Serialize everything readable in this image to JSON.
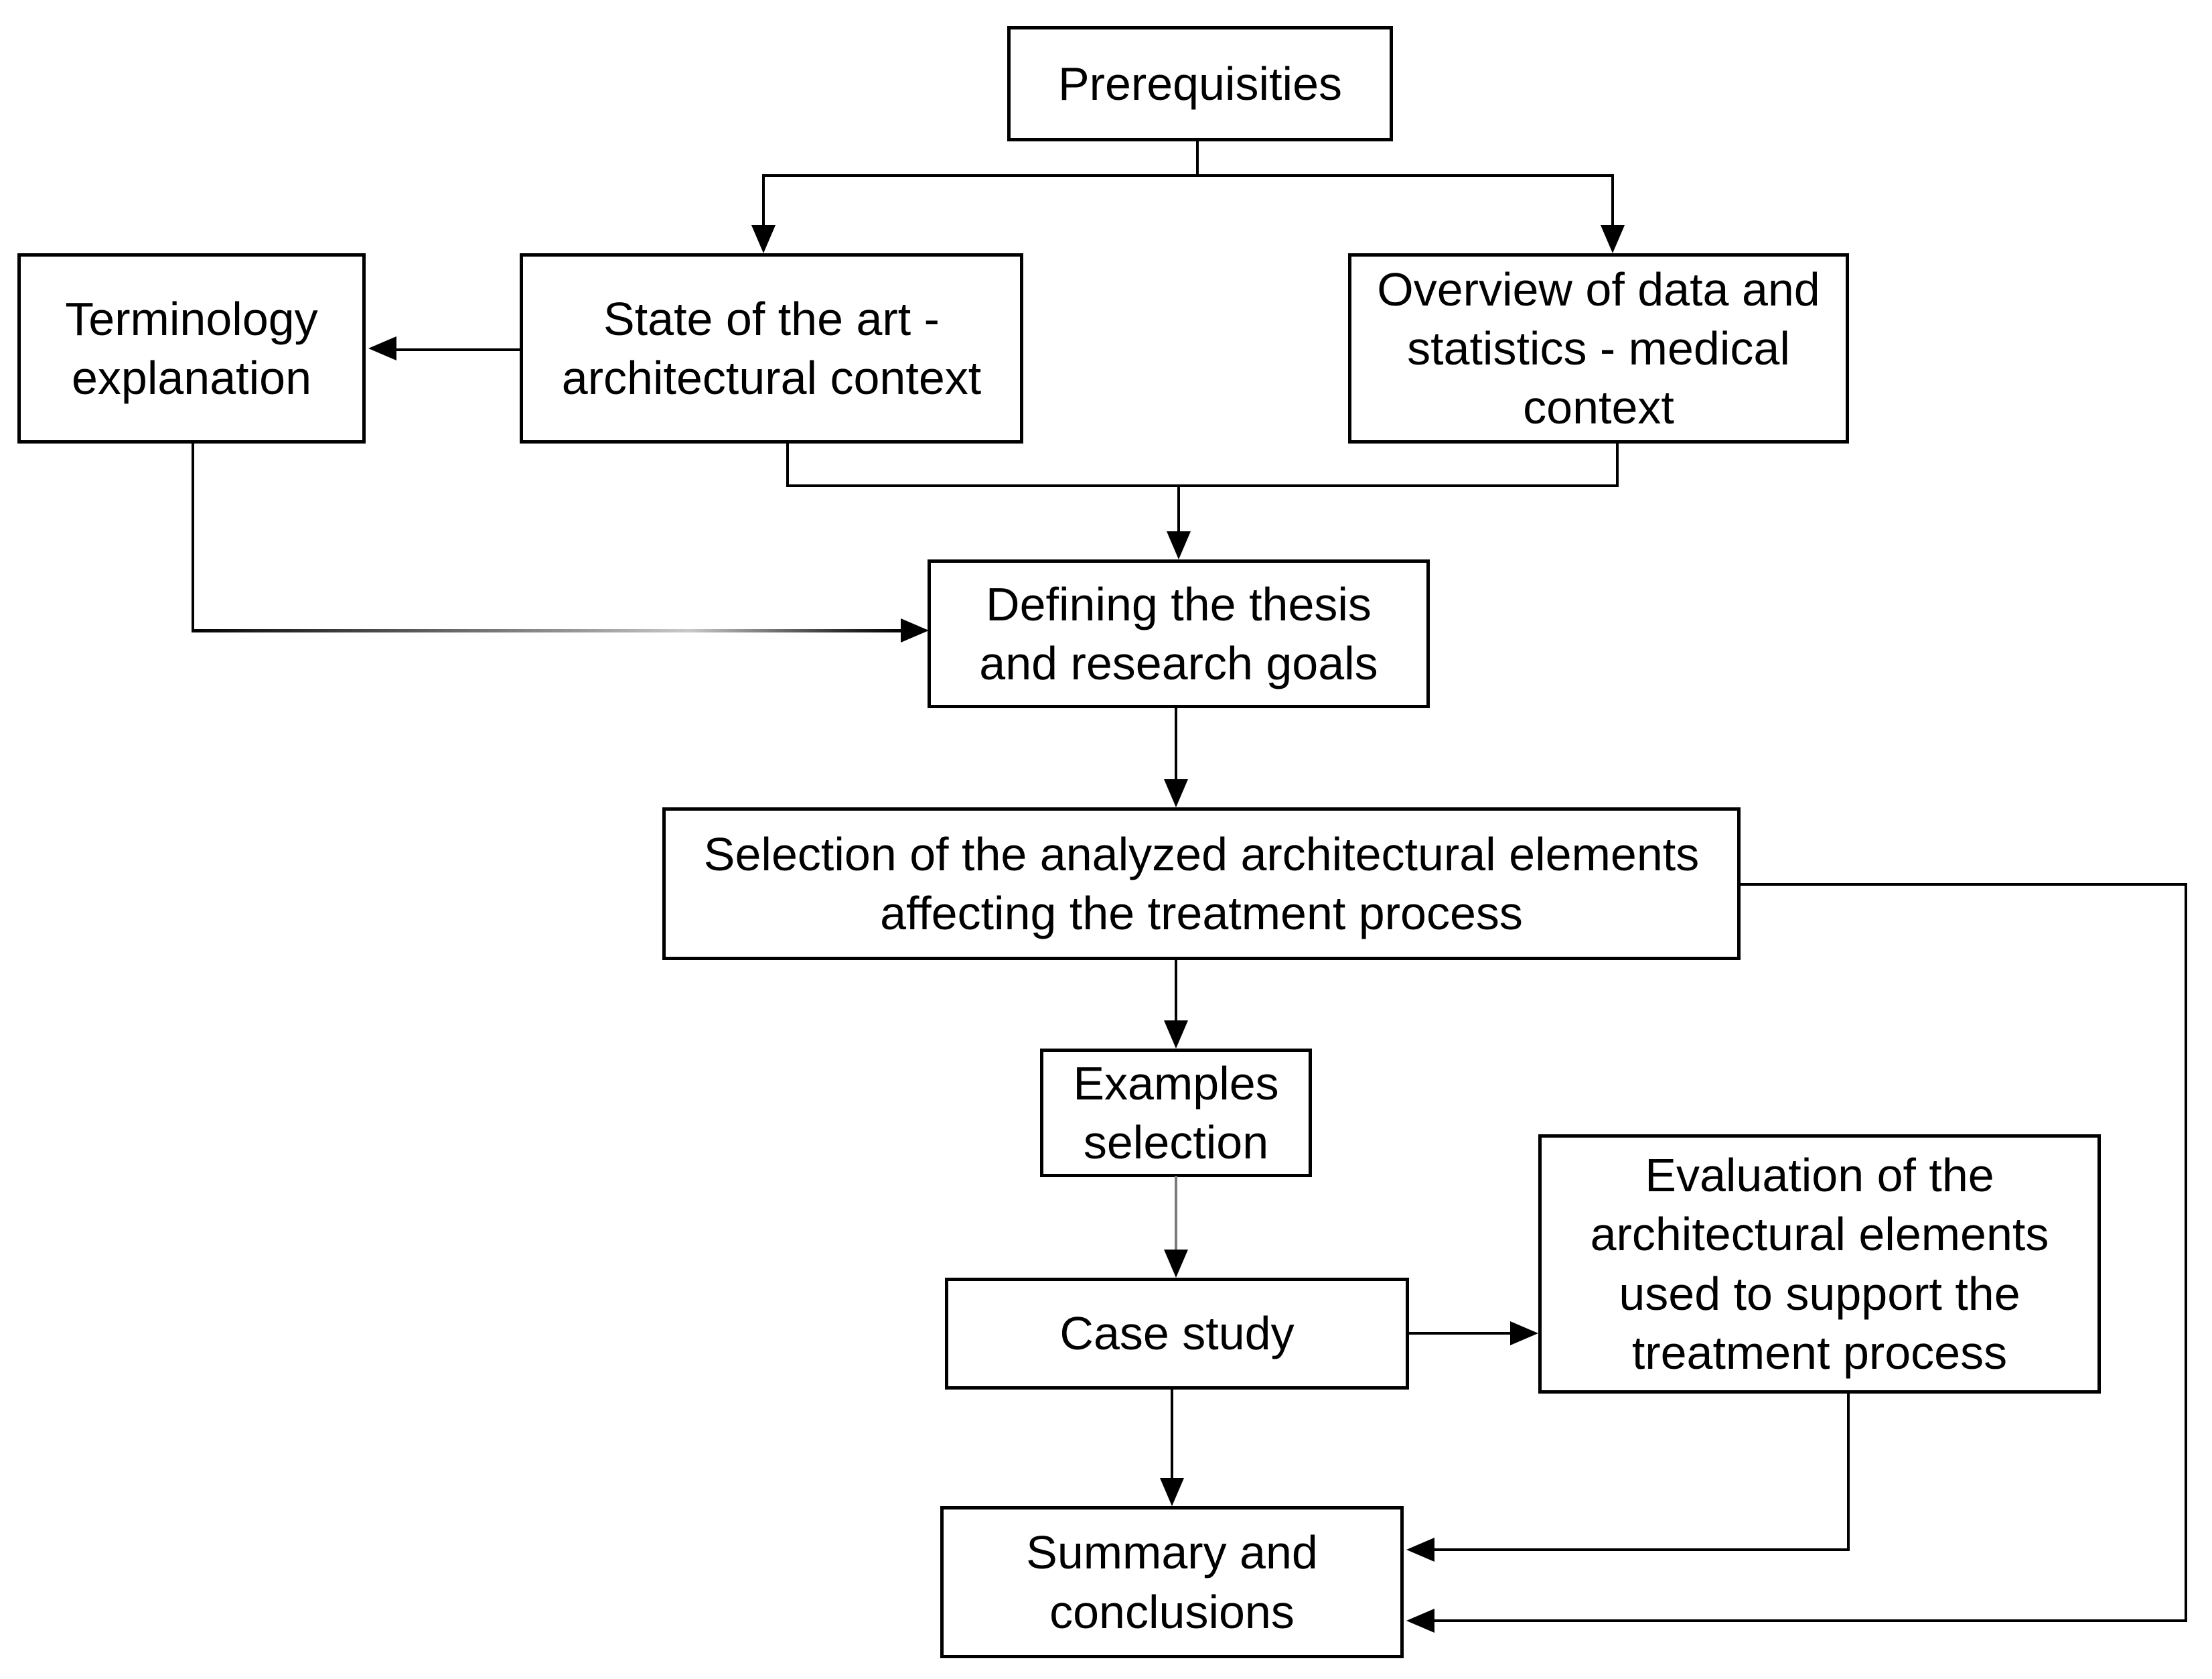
{
  "diagram": {
    "type": "flowchart",
    "nodes": {
      "prerequisites": {
        "label": "Prerequisities"
      },
      "terminology": {
        "label": "Terminology\nexplanation"
      },
      "state": {
        "label": "State of the art -\narchitectural context"
      },
      "overview": {
        "label": "Overview of data and\nstatistics - medical\ncontext"
      },
      "defining": {
        "label": "Defining the thesis\nand research goals"
      },
      "selection": {
        "label": "Selection of the analyzed architectural elements\naffecting the treatment process"
      },
      "examples": {
        "label": "Examples\nselection"
      },
      "case": {
        "label": "Case study"
      },
      "evaluation": {
        "label": "Evaluation of the\narchitectural elements\nused to support the\ntreatment process"
      },
      "summary": {
        "label": "Summary and\nconclusions"
      }
    },
    "edges": [
      {
        "from": "prerequisites",
        "to": "state"
      },
      {
        "from": "prerequisites",
        "to": "overview"
      },
      {
        "from": "state",
        "to": "terminology"
      },
      {
        "from": "state",
        "to": "defining"
      },
      {
        "from": "overview",
        "to": "defining"
      },
      {
        "from": "terminology",
        "to": "defining"
      },
      {
        "from": "defining",
        "to": "selection"
      },
      {
        "from": "selection",
        "to": "examples"
      },
      {
        "from": "selection",
        "to": "summary"
      },
      {
        "from": "examples",
        "to": "case"
      },
      {
        "from": "case",
        "to": "evaluation"
      },
      {
        "from": "case",
        "to": "summary"
      },
      {
        "from": "evaluation",
        "to": "summary"
      }
    ],
    "colors": {
      "background": "#ffffff",
      "box_border": "#000000",
      "box_fill": "#ffffff",
      "text": "#000000",
      "connector": "#000000",
      "connector_soft": "#7a7a7a"
    }
  }
}
